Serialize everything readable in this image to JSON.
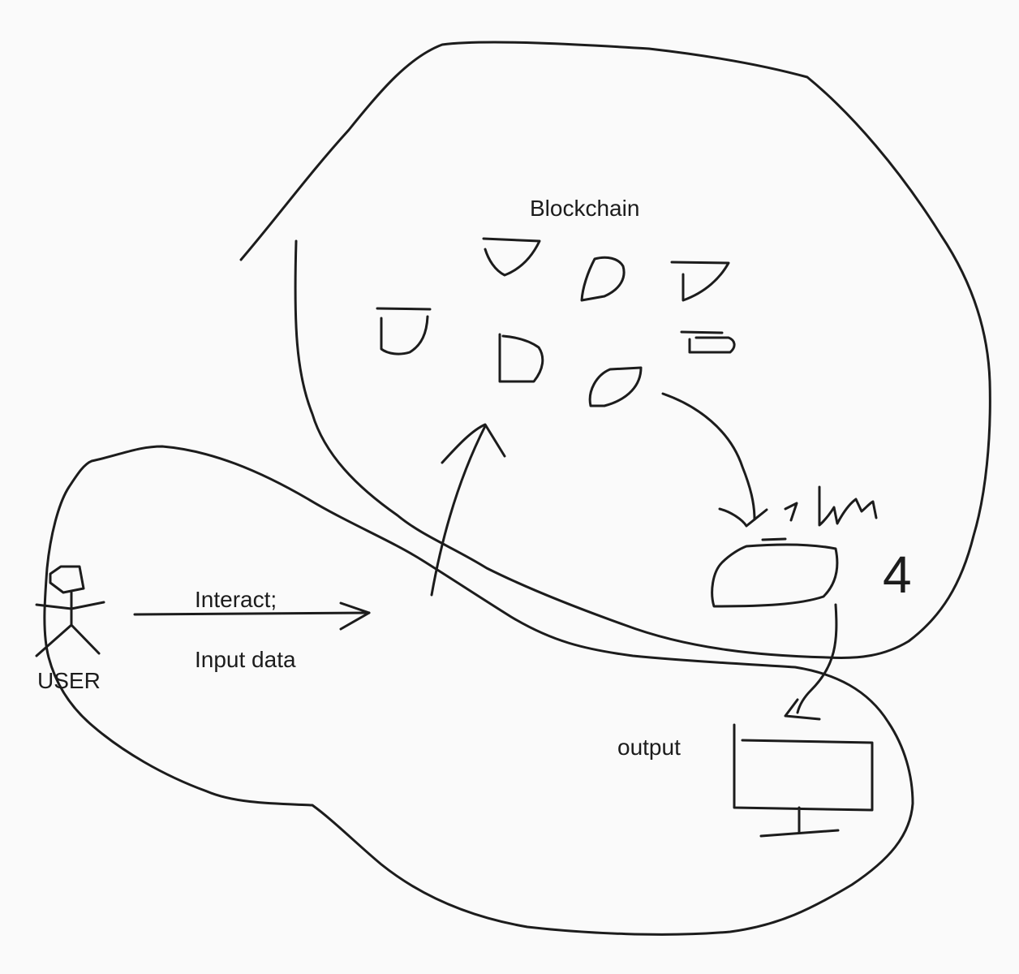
{
  "colors": {
    "background": "#fafafa",
    "ink": "#1c1c1c"
  },
  "labels": {
    "blockchain": "Blockchain",
    "interact": "Interact;",
    "input_data": "Input data",
    "user": "USER",
    "output": "output",
    "handwritten_number": "4"
  },
  "icons": [
    "stick-figure-icon",
    "monitor-icon"
  ]
}
